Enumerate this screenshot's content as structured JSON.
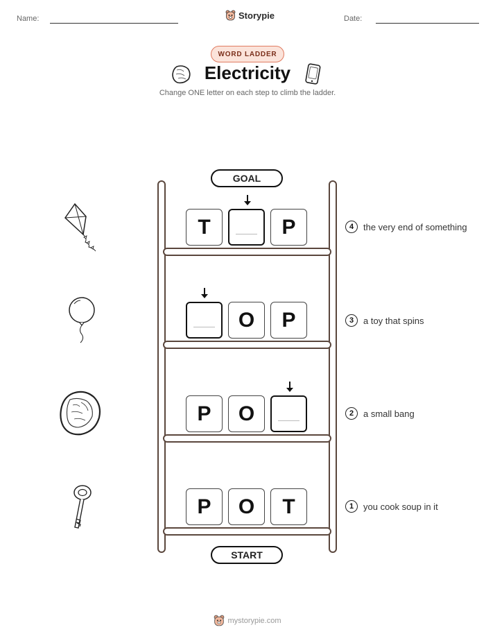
{
  "header": {
    "name_label": "Name:",
    "date_label": "Date:",
    "brand": "Storypie"
  },
  "badge": "WORD LADDER",
  "title": "Electricity",
  "subtitle": "Change ONE letter on each step to climb the ladder.",
  "ladder": {
    "goal_label": "GOAL",
    "start_label": "START",
    "rungs": [
      {
        "step": "4",
        "letters": [
          "T",
          "",
          "P"
        ],
        "blank_index": 1,
        "clue": "the very end of something",
        "picture": "kite-icon"
      },
      {
        "step": "3",
        "letters": [
          "",
          "O",
          "P"
        ],
        "blank_index": 0,
        "clue": "a toy that spins",
        "picture": "balloon-icon"
      },
      {
        "step": "2",
        "letters": [
          "P",
          "O",
          ""
        ],
        "blank_index": 2,
        "clue": "a small bang",
        "picture": "rock-icon"
      },
      {
        "step": "1",
        "letters": [
          "P",
          "O",
          "T"
        ],
        "blank_index": -1,
        "clue": "you cook soup in it",
        "picture": "key-icon"
      }
    ]
  },
  "footer": "mystorypie.com",
  "colors": {
    "badge_fill": "#fbe3da",
    "badge_border": "#e07a5f",
    "ladder": "#5a463c"
  }
}
